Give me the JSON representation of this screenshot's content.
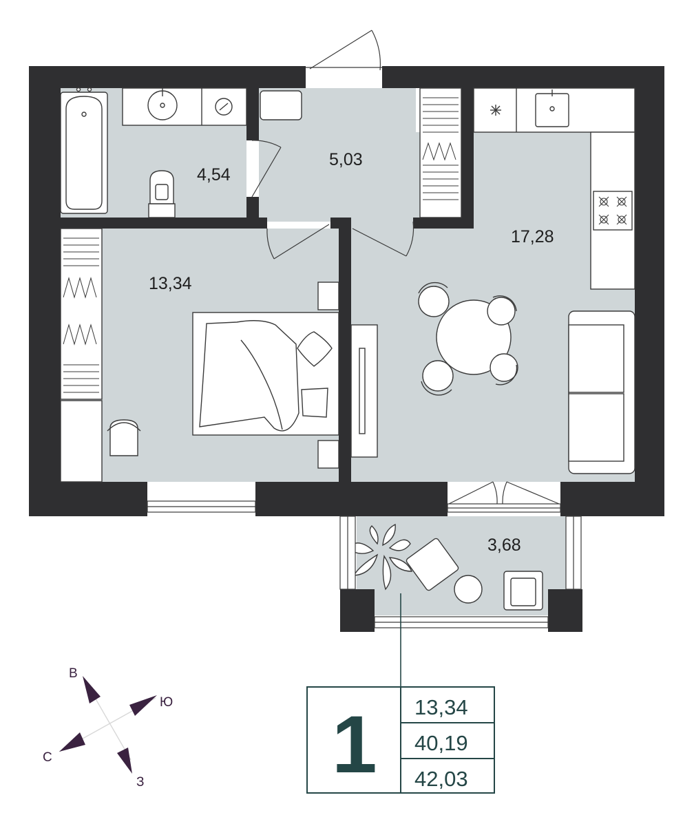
{
  "rooms": {
    "bathroom": {
      "area": "4,54"
    },
    "hallway": {
      "area": "5,03"
    },
    "kitchen_living": {
      "area": "17,28"
    },
    "bedroom": {
      "area": "13,34"
    },
    "balcony": {
      "area": "3,68"
    }
  },
  "compass": {
    "north_east": "В",
    "south_east": "Ю",
    "north_west": "С",
    "south_west": "З"
  },
  "info": {
    "rooms_count": "1",
    "living_area": "13,34",
    "total_area": "40,19",
    "total_with_balcony": "42,03"
  },
  "colors": {
    "wall": "#2f2f31",
    "floor": "#cfd6d8",
    "furniture": "#ffffff",
    "line": "#3a3a3a",
    "accent": "#244646",
    "compass": "#3a2240"
  }
}
